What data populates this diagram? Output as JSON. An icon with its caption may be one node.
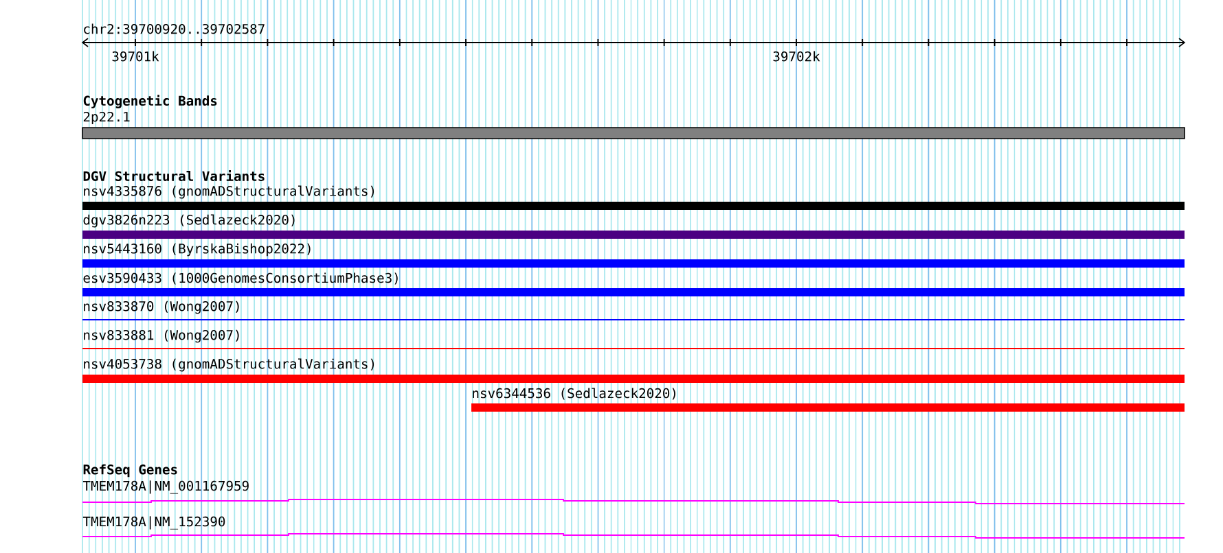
{
  "diagram": {
    "nodes": [
      {
        "text": [
          "2p22.1"
        ]
      },
      {
        "text": [
          "nsv4335876 (gnomADStructuralVariants)"
        ]
      },
      {
        "text": [
          "dgv3826n223 (Sedlazeck2020)"
        ]
      },
      {
        "text": [
          "nsv5443160 (ByrskaBishop2022)"
        ]
      },
      {
        "text": [
          "esv3590433 (1000GenomesConsortiumPhase3)"
        ]
      },
      {
        "text": [
          "nsv833870 (Wong2007)"
        ]
      },
      {
        "text": [
          "nsv833881 (Wong2007)"
        ]
      },
      {
        "text": [
          "nsv4053738 (gnomADStructuralVariants)"
        ]
      },
      {
        "text": [
          "nsv6344536 (Sedlazeck2020)"
        ]
      },
      {
        "text": [
          "TMEM178A|NM_001167959"
        ]
      },
      {
        "text": [
          "TMEM178A|NM_152390"
        ]
      }
    ],
    "edges": [],
    "labels": [
      "chr2:39700920..39702587",
      "39701k",
      "39702k",
      "Cytogenetic Bands",
      "DGV Structural Variants",
      "RefSeq Genes"
    ]
  }
}
